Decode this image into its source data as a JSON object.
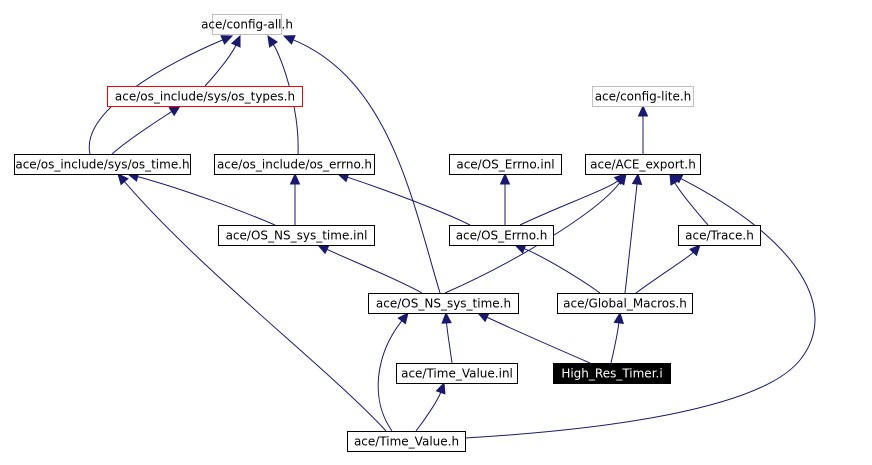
{
  "colors": {
    "edge": "#191970",
    "node_border": "#000000",
    "node_fill": "#ffffff",
    "external_border": "#bfbfbf",
    "missing_border": "#ff0000",
    "focus_fill": "#000000",
    "focus_text": "#ffffff",
    "text": "#000000"
  },
  "nodes": [
    {
      "id": "config_all",
      "label": "ace/config-all.h",
      "style": "external"
    },
    {
      "id": "os_types",
      "label": "ace/os_include/sys/os_types.h",
      "style": "missing"
    },
    {
      "id": "config_lite",
      "label": "ace/config-lite.h",
      "style": "external"
    },
    {
      "id": "os_time",
      "label": "ace/os_include/sys/os_time.h",
      "style": "normal"
    },
    {
      "id": "os_errno",
      "label": "ace/os_include/os_errno.h",
      "style": "normal"
    },
    {
      "id": "OS_Errno_inl",
      "label": "ace/OS_Errno.inl",
      "style": "normal"
    },
    {
      "id": "ACE_export",
      "label": "ace/ACE_export.h",
      "style": "normal"
    },
    {
      "id": "OS_NS_sys_time_inl",
      "label": "ace/OS_NS_sys_time.inl",
      "style": "normal"
    },
    {
      "id": "OS_Errno_h",
      "label": "ace/OS_Errno.h",
      "style": "normal"
    },
    {
      "id": "Trace",
      "label": "ace/Trace.h",
      "style": "normal"
    },
    {
      "id": "OS_NS_sys_time_h",
      "label": "ace/OS_NS_sys_time.h",
      "style": "normal"
    },
    {
      "id": "Global_Macros",
      "label": "ace/Global_Macros.h",
      "style": "normal"
    },
    {
      "id": "Time_Value_inl",
      "label": "ace/Time_Value.inl",
      "style": "normal"
    },
    {
      "id": "High_Res_Timer",
      "label": "High_Res_Timer.i",
      "style": "focus"
    },
    {
      "id": "Time_Value_h",
      "label": "ace/Time_Value.h",
      "style": "normal"
    }
  ],
  "edges": [
    {
      "from": "os_time",
      "to": "config_all"
    },
    {
      "from": "os_time",
      "to": "os_types"
    },
    {
      "from": "os_types",
      "to": "config_all"
    },
    {
      "from": "os_errno",
      "to": "config_all"
    },
    {
      "from": "OS_NS_sys_time_h",
      "to": "config_all"
    },
    {
      "from": "ACE_export",
      "to": "config_lite"
    },
    {
      "from": "OS_Errno_h",
      "to": "OS_Errno_inl"
    },
    {
      "from": "OS_Errno_h",
      "to": "ACE_export"
    },
    {
      "from": "OS_Errno_h",
      "to": "os_errno"
    },
    {
      "from": "Trace",
      "to": "ACE_export"
    },
    {
      "from": "Global_Macros",
      "to": "ACE_export"
    },
    {
      "from": "Global_Macros",
      "to": "Trace"
    },
    {
      "from": "Global_Macros",
      "to": "OS_Errno_h"
    },
    {
      "from": "OS_NS_sys_time_inl",
      "to": "os_time"
    },
    {
      "from": "OS_NS_sys_time_inl",
      "to": "os_errno"
    },
    {
      "from": "OS_NS_sys_time_h",
      "to": "OS_NS_sys_time_inl"
    },
    {
      "from": "OS_NS_sys_time_h",
      "to": "ACE_export"
    },
    {
      "from": "High_Res_Timer",
      "to": "OS_NS_sys_time_h"
    },
    {
      "from": "High_Res_Timer",
      "to": "Global_Macros"
    },
    {
      "from": "Time_Value_inl",
      "to": "OS_NS_sys_time_h"
    },
    {
      "from": "Time_Value_h",
      "to": "Time_Value_inl"
    },
    {
      "from": "Time_Value_h",
      "to": "OS_NS_sys_time_h"
    },
    {
      "from": "Time_Value_h",
      "to": "os_time"
    },
    {
      "from": "Time_Value_h",
      "to": "ACE_export"
    }
  ]
}
